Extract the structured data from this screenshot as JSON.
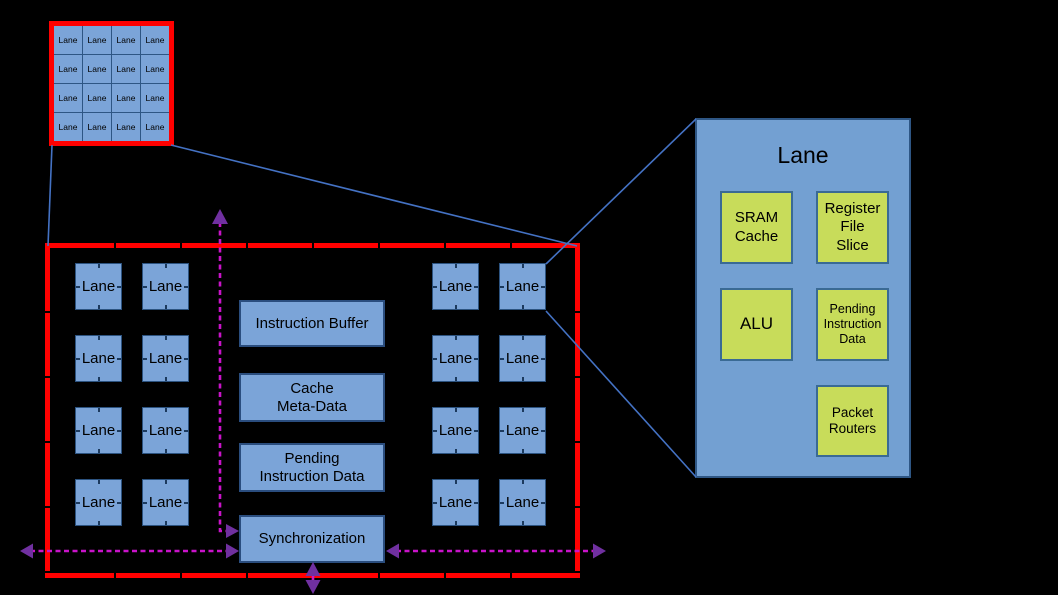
{
  "overview_grid": {
    "rows": 4,
    "cols": 4,
    "cell_label": "Lane"
  },
  "core": {
    "lane_label": "Lane",
    "left_group": {
      "rows": 4,
      "cols": 2
    },
    "right_group": {
      "rows": 4,
      "cols": 2
    },
    "units": [
      {
        "label": "Instruction Buffer"
      },
      {
        "label": "Cache\nMeta-Data"
      },
      {
        "label": "Pending\nInstruction Data"
      },
      {
        "label": "Synchronization"
      }
    ]
  },
  "lane_detail": {
    "title": "Lane",
    "components": [
      {
        "id": "sram-cache",
        "label": "SRAM\nCache"
      },
      {
        "id": "register-file-slice",
        "label": "Register\nFile\nSlice"
      },
      {
        "id": "alu",
        "label": "ALU"
      },
      {
        "id": "pending-instruction-data",
        "label": "Pending\nInstruction\nData"
      },
      {
        "id": "packet-routers",
        "label": "Packet\nRouters"
      }
    ]
  },
  "colors": {
    "background": "#000000",
    "highlight_red": "#ff0000",
    "block_blue": "#7ba4d8",
    "detail_blue": "#73a0d2",
    "block_border": "#2e5684",
    "component_green": "#c8dc5a",
    "connector_blue": "#4472c4",
    "link_magenta": "#c913c9",
    "arrow_purple": "#7030a0"
  }
}
